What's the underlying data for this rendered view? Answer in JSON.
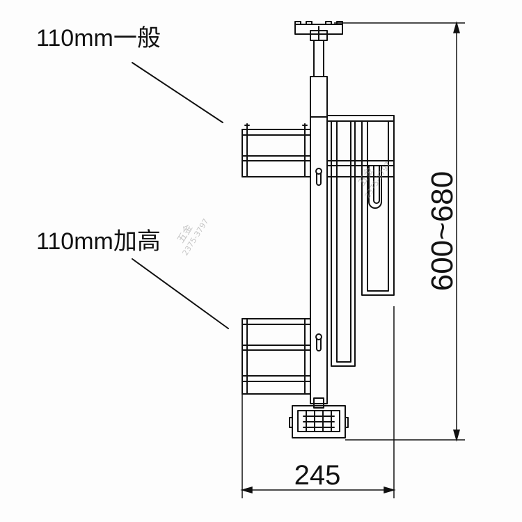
{
  "labels": {
    "upper_basket": "110mm一般",
    "lower_basket": "110mm加高"
  },
  "dimensions": {
    "width": "245",
    "height": "600~680"
  },
  "watermark": {
    "text": "五金",
    "phone": "2375-3797"
  },
  "colors": {
    "line": "#111111",
    "background": "#fdfdfd"
  }
}
